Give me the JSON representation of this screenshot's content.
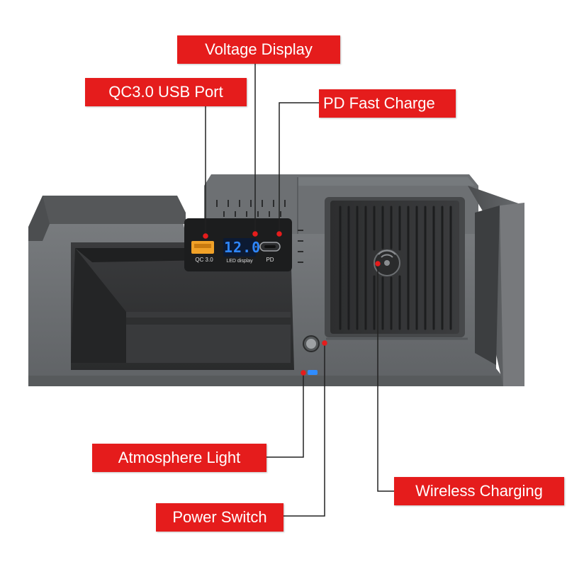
{
  "callouts": {
    "voltage_display": "Voltage Display",
    "qc_usb_port": "QC3.0 USB Port",
    "pd_fast_charge": "PD Fast Charge",
    "atmosphere_light": "Atmosphere Light",
    "wireless_charging": "Wireless Charging",
    "power_switch": "Power Switch"
  },
  "device": {
    "voltage_reading": "12.0",
    "qc_label": "QC 3.0",
    "led_label": "LED display",
    "pd_label": "PD"
  },
  "colors": {
    "callout_red": "#e51c1c",
    "device_body": "#6f7275",
    "led_blue": "#1e6fff",
    "atmosphere_blue": "#2f8cff"
  }
}
